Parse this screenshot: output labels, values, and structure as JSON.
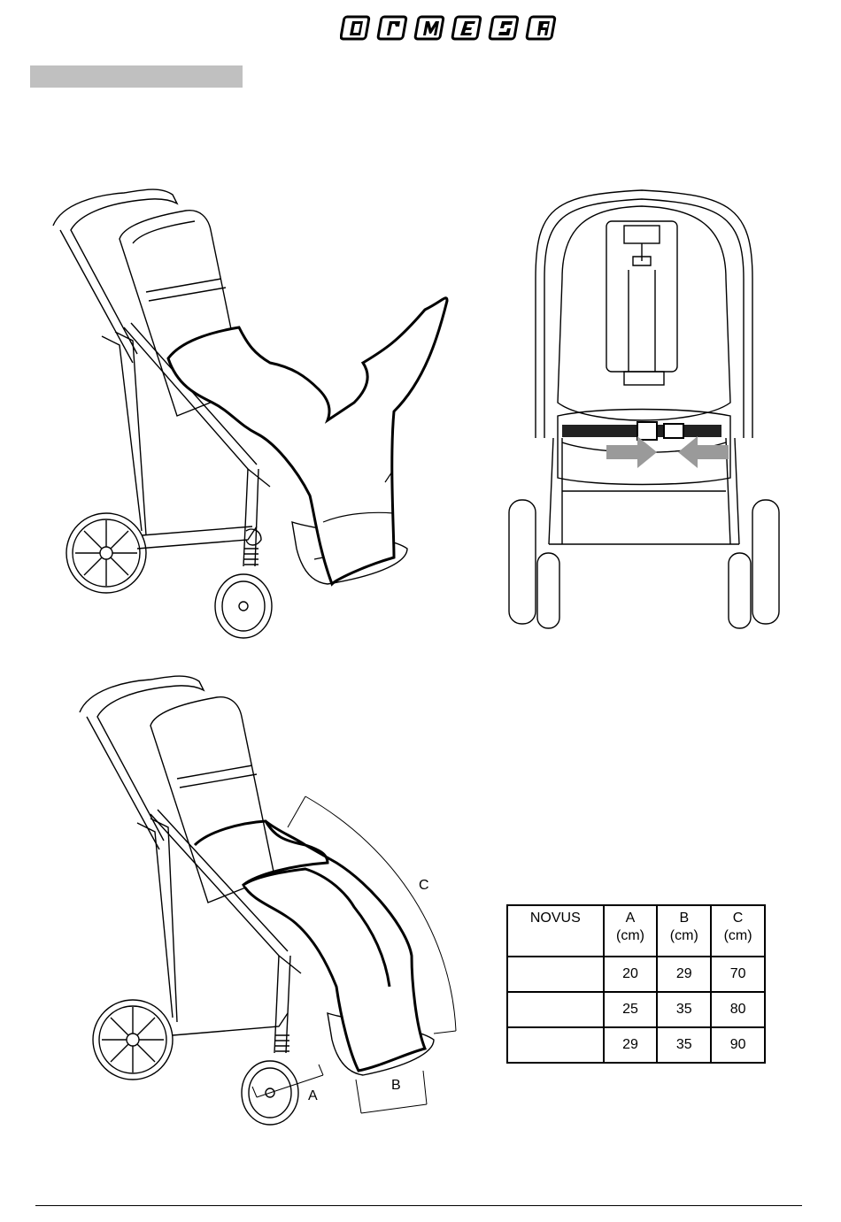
{
  "header": {
    "brand": "ORMESA",
    "logo_letters": [
      "O",
      "R",
      "M",
      "E",
      "S",
      "A"
    ]
  },
  "figures": {
    "side_view_measured": {
      "dim_labels": {
        "a": "A",
        "b": "B",
        "c": "C"
      }
    }
  },
  "size_table": {
    "header_model": "NOVUS",
    "columns": [
      {
        "letter": "A",
        "unit": "(cm)"
      },
      {
        "letter": "B",
        "unit": "(cm)"
      },
      {
        "letter": "C",
        "unit": "(cm)"
      }
    ],
    "rows": [
      {
        "size": "",
        "a": "20",
        "b": "29",
        "c": "70"
      },
      {
        "size": "",
        "a": "25",
        "b": "35",
        "c": "80"
      },
      {
        "size": "",
        "a": "29",
        "b": "35",
        "c": "90"
      }
    ]
  },
  "colors": {
    "line": "#000000",
    "section_bar": "#c0c0c0",
    "arrow_gray": "#9a9a9a"
  }
}
